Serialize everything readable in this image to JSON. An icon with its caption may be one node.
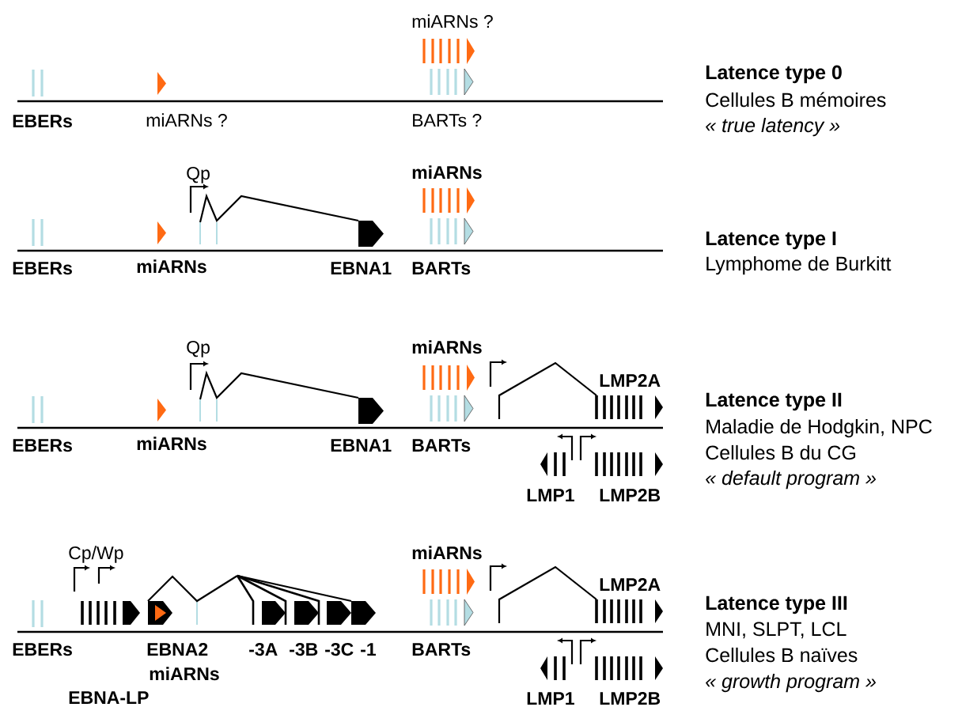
{
  "diagram": {
    "labels": [
      "miARNs ?",
      "Latence type 0",
      "Cellules B mémoires",
      "EBERs",
      "miARNs ?",
      "BARTs ?",
      "« true latency »",
      "Qp",
      "miARNs",
      "Latence type I",
      "EBERs",
      "miARNs",
      "EBNA1",
      "BARTs",
      "Lymphome de Burkitt",
      "Qp",
      "miARNs",
      "LMP2A",
      "Latence type II",
      "EBERs",
      "miARNs",
      "EBNA1",
      "BARTs",
      "Maladie de Hodgkin, NPC",
      "Cellules B du CG",
      "« default program »",
      "LMP1",
      "LMP2B",
      "Cp/Wp",
      "miARNs",
      "LMP2A",
      "Latence type III",
      "EBERs",
      "EBNA2",
      "-3A",
      "-3B",
      "-3C",
      "-1",
      "BARTs",
      "MNI, SLPT, LCL",
      "miARNs",
      "Cellules B naïves",
      "« growth program »",
      "EBNA-LP",
      "LMP1",
      "LMP2B"
    ]
  }
}
